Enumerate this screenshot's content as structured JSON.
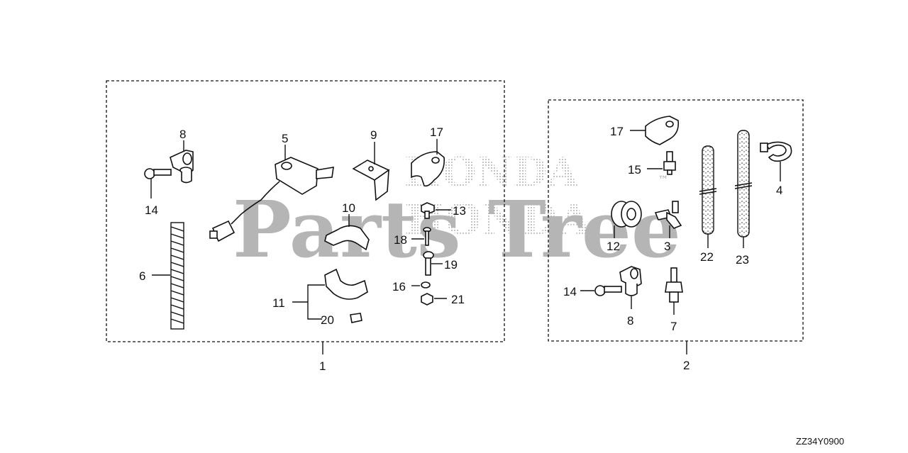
{
  "watermark": {
    "brand": "Parts Tree",
    "maker": "HONDA",
    "trademark": "™"
  },
  "diagram_code": "ZZ34Y0900",
  "groups": [
    {
      "id": "1",
      "label": "1"
    },
    {
      "id": "2",
      "label": "2"
    }
  ],
  "callouts": {
    "p8a": "8",
    "p5": "5",
    "p9": "9",
    "p17a": "17",
    "p14a": "14",
    "p10": "10",
    "p13": "13",
    "p18": "18",
    "p19": "19",
    "p6": "6",
    "p16": "16",
    "p21": "21",
    "p11": "11",
    "p20": "20",
    "p17b": "17",
    "p15": "15",
    "p4": "4",
    "p12": "12",
    "p3": "3",
    "p22": "22",
    "p23": "23",
    "p14b": "14",
    "p8b": "8",
    "p7": "7"
  }
}
